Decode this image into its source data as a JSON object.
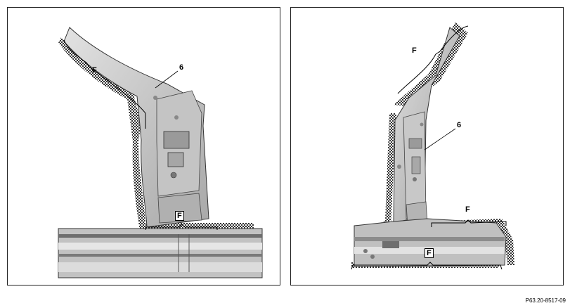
{
  "left_panel": {
    "part_label": "6",
    "flange_labels": [
      "F",
      "F"
    ]
  },
  "right_panel": {
    "part_label": "6",
    "flange_labels": [
      "F",
      "F",
      "F"
    ]
  },
  "figure_code": "P63.20-8517-09",
  "colors": {
    "metal_light": "#d4d4d4",
    "metal_mid": "#b8b8b8",
    "metal_dark": "#8a8a8a",
    "outline": "#333333"
  }
}
